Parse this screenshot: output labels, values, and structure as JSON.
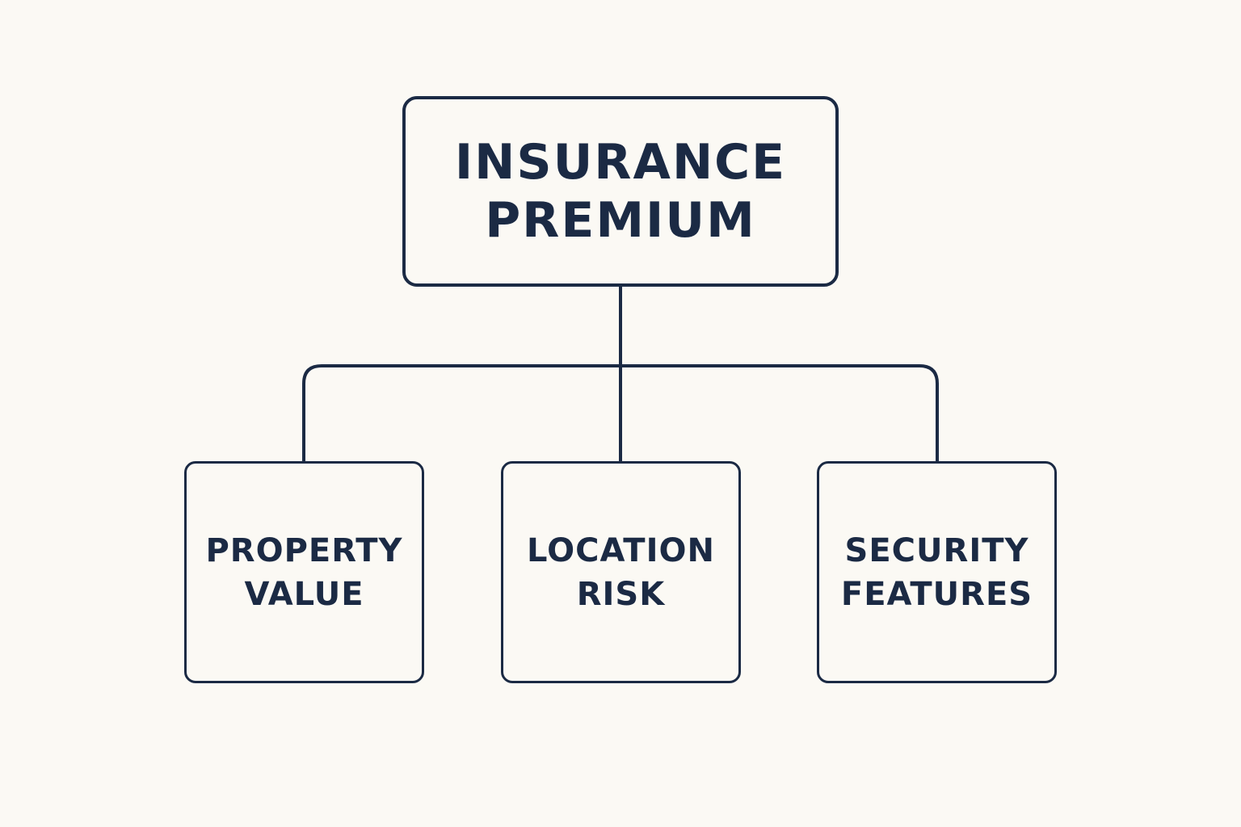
{
  "diagram": {
    "root": {
      "lines": [
        "INSURANCE",
        "PREMIUM"
      ]
    },
    "children": [
      {
        "lines": [
          "PROPERTY",
          "VALUE"
        ]
      },
      {
        "lines": [
          "LOCATION",
          "RISK"
        ]
      },
      {
        "lines": [
          "SECURITY",
          "FEATURES"
        ]
      }
    ]
  },
  "colors": {
    "background": "#fbf9f4",
    "stroke": "#1b2a44",
    "text": "#1b2a44"
  }
}
